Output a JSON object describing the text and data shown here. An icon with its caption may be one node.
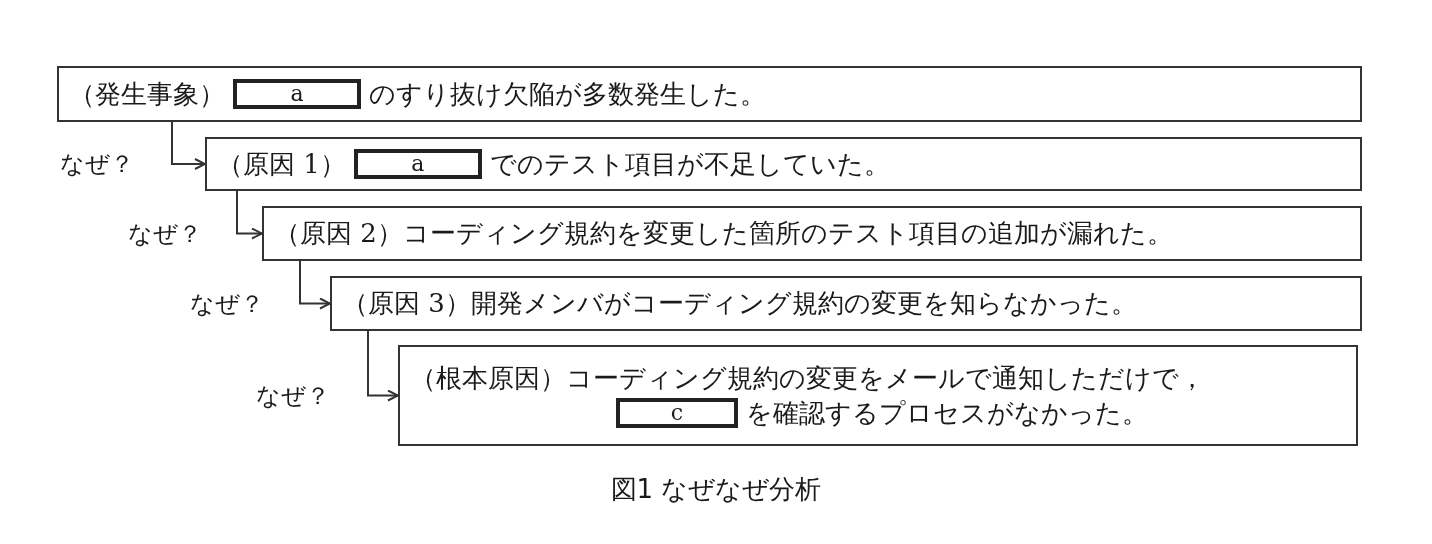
{
  "diagram": {
    "caption": "図1 なぜなぜ分析",
    "nodes": [
      {
        "text": [
          "（発生事象）",
          "のすり抜け欠陥が多数発生した。"
        ]
      },
      {
        "text": [
          "a"
        ],
        "in": 0
      },
      {
        "text": [
          "（原因 1）",
          "でのテスト項目が不足していた。"
        ]
      },
      {
        "text": [
          "a"
        ],
        "in": 2
      },
      {
        "text": [
          "（原因 2）コーディング規約を変更した箇所のテスト項目の追加が漏れた。"
        ]
      },
      {
        "text": [
          "（原因 3）開発メンバがコーディング規約の変更を知らなかった。"
        ]
      },
      {
        "text": [
          "（根本原因）コーディング規約の変更をメールで通知しただけで，",
          "を確認するプロセスがなかった。"
        ]
      },
      {
        "text": [
          "c"
        ],
        "in": 6
      }
    ],
    "edges": [
      {
        "from": 0,
        "to": 2,
        "arrow": "to",
        "label": "なぜ？"
      },
      {
        "from": 2,
        "to": 4,
        "arrow": "to",
        "label": "なぜ？"
      },
      {
        "from": 4,
        "to": 5,
        "arrow": "to",
        "label": "なぜ？"
      },
      {
        "from": 5,
        "to": 6,
        "arrow": "to",
        "label": "なぜ？"
      }
    ]
  }
}
